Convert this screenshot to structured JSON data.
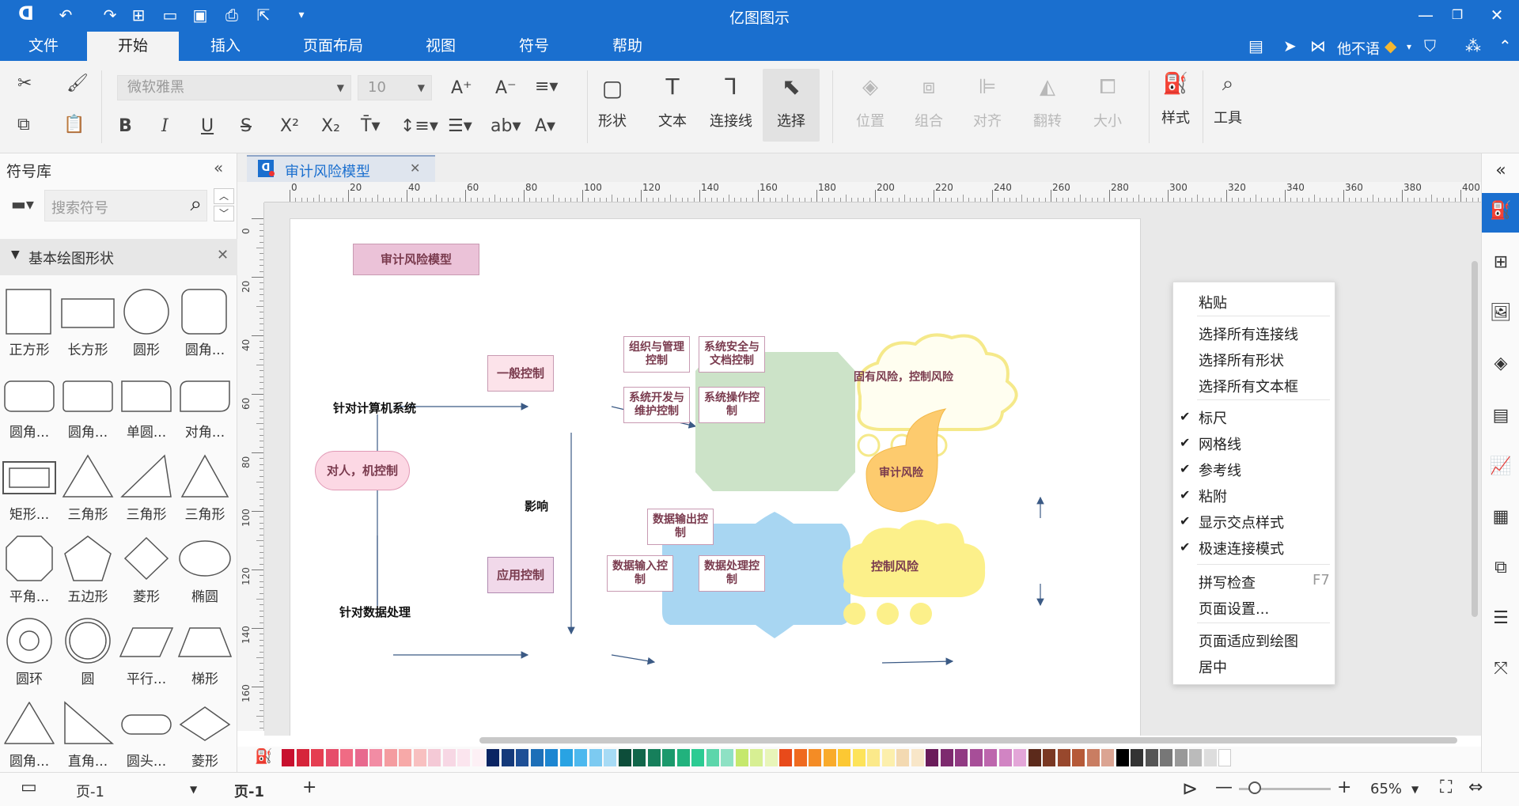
{
  "app": {
    "title": "亿图图示"
  },
  "menu": {
    "items": [
      "文件",
      "开始",
      "插入",
      "页面布局",
      "视图",
      "符号",
      "帮助"
    ],
    "active": "开始",
    "user": "他不语"
  },
  "ribbon": {
    "font_name": "微软雅黑",
    "font_size": "10",
    "tools": [
      "形状",
      "文本",
      "连接线",
      "选择"
    ],
    "arrange": [
      "位置",
      "组合",
      "对齐",
      "翻转",
      "大小"
    ],
    "style": "样式",
    "tools_label": "工具"
  },
  "library": {
    "title": "符号库",
    "search_placeholder": "搜索符号",
    "section": "基本绘图形状",
    "shapes": [
      "正方形",
      "长方形",
      "圆形",
      "圆角...",
      "圆角...",
      "圆角...",
      "单圆...",
      "对角...",
      "矩形...",
      "三角形",
      "三角形",
      "三角形",
      "平角...",
      "五边形",
      "菱形",
      "椭圆",
      "圆环",
      "圆",
      "平行...",
      "梯形",
      "圆角...",
      "直角...",
      "圆头...",
      "菱形"
    ]
  },
  "document": {
    "tab": "审计风险模型"
  },
  "ruler": {
    "h_ticks": [
      "0",
      "20",
      "40",
      "60",
      "80",
      "100",
      "120",
      "140",
      "160",
      "180",
      "200",
      "220",
      "240",
      "260",
      "280",
      "300",
      "320",
      "340",
      "360",
      "380",
      "400"
    ],
    "v_ticks": [
      "0",
      "20",
      "40",
      "60",
      "80",
      "100",
      "120",
      "140",
      "160"
    ]
  },
  "diagram": {
    "title": "审计风险模型",
    "general_control": "一般控制",
    "app_control": "应用控制",
    "person_machine": "对人，机控制",
    "influence": "影响",
    "label_computer": "针对计算机系统",
    "label_data": "针对数据处理",
    "general_items": [
      "组织与管理控制",
      "系统安全与文档控制",
      "系统开发与维护控制",
      "系统操作控制"
    ],
    "app_items": [
      "数据输出控制",
      "数据输入控制",
      "数据处理控制"
    ],
    "inherent": "固有风险，控制风险",
    "audit_risk": "审计风险",
    "control_risk": "控制风险"
  },
  "context_menu": {
    "paste": "粘贴",
    "select_items": [
      "选择所有连接线",
      "选择所有形状",
      "选择所有文本框"
    ],
    "toggles": [
      "标尺",
      "网格线",
      "参考线",
      "粘附",
      "显示交点样式",
      "极速连接模式"
    ],
    "spell": "拼写检查",
    "spell_key": "F7",
    "page_setup": "页面设置...",
    "fit": "页面适应到绘图",
    "center": "居中"
  },
  "status": {
    "page_select": "页-1",
    "page_tab": "页-1",
    "zoom": "65%"
  },
  "palette": [
    "#c8102e",
    "#d6243a",
    "#e53e51",
    "#e64d6a",
    "#f06b84",
    "#e8698e",
    "#f28ca4",
    "#f49ca0",
    "#f7a9a8",
    "#f8c0c0",
    "#f4c9d6",
    "#f7d7e4",
    "#fbe5ee",
    "#fdf0f5",
    "#0a2463",
    "#14397a",
    "#1e4f96",
    "#1d6fb8",
    "#1c86d1",
    "#29a3e3",
    "#4cb8ee",
    "#7ccaf1",
    "#a7dbf5",
    "#0d4d3a",
    "#11664a",
    "#167f5b",
    "#1b996c",
    "#21b27d",
    "#2ccb93",
    "#5cd6ab",
    "#8ee1c4",
    "#c5e86c",
    "#d7ef93",
    "#e8f5b9",
    "#e84a1a",
    "#ef6a1f",
    "#f48c25",
    "#f9ab2b",
    "#fcc833",
    "#fde35a",
    "#fbe98a",
    "#fcefac",
    "#f3d9b1",
    "#f8e6c8",
    "#6a1b5a",
    "#7d2a6e",
    "#913a83",
    "#a74e98",
    "#bd66ad",
    "#d184c3",
    "#e3a6d8",
    "#5c2a1b",
    "#7a3823",
    "#98482d",
    "#b65a38",
    "#c97d62",
    "#dba492",
    "#000000",
    "#333333",
    "#555555",
    "#777777",
    "#999999",
    "#bbbbbb",
    "#dddddd",
    "#ffffff"
  ]
}
